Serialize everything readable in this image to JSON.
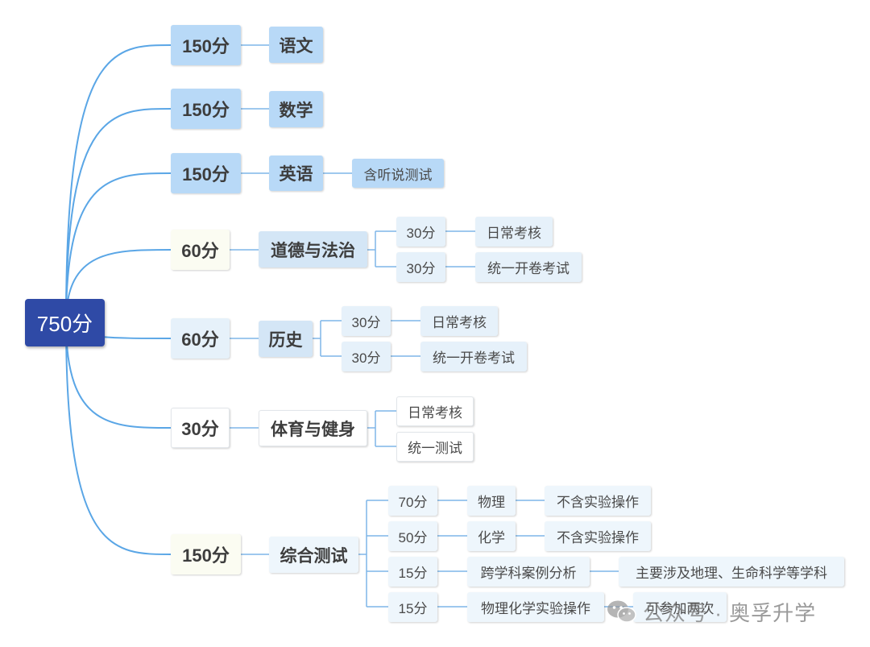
{
  "root": {
    "label": "750分"
  },
  "branches": [
    {
      "score": "150分",
      "subject": "语文"
    },
    {
      "score": "150分",
      "subject": "数学"
    },
    {
      "score": "150分",
      "subject": "英语",
      "note": "含听说测试"
    },
    {
      "score": "60分",
      "subject": "道德与法治",
      "parts": [
        {
          "score": "30分",
          "label": "日常考核"
        },
        {
          "score": "30分",
          "label": "统一开卷考试"
        }
      ]
    },
    {
      "score": "60分",
      "subject": "历史",
      "parts": [
        {
          "score": "30分",
          "label": "日常考核"
        },
        {
          "score": "30分",
          "label": "统一开卷考试"
        }
      ]
    },
    {
      "score": "30分",
      "subject": "体育与健身",
      "parts": [
        {
          "label": "日常考核"
        },
        {
          "label": "统一测试"
        }
      ]
    },
    {
      "score": "150分",
      "subject": "综合测试",
      "parts": [
        {
          "score": "70分",
          "label": "物理",
          "note": "不含实验操作"
        },
        {
          "score": "50分",
          "label": "化学",
          "note": "不含实验操作"
        },
        {
          "score": "15分",
          "label": "跨学科案例分析",
          "note": "主要涉及地理、生命科学等学科"
        },
        {
          "score": "15分",
          "label": "物理化学实验操作",
          "note": "可参加两次"
        }
      ]
    }
  ],
  "watermark": {
    "text": "公众号 · 奥孚升学",
    "icon": "wechat-icon"
  },
  "colors": {
    "root": "#2f4aa6",
    "link": "#5aa6e6",
    "node_blue": "#b8d9f7",
    "node_light": "#e6f1fa"
  }
}
